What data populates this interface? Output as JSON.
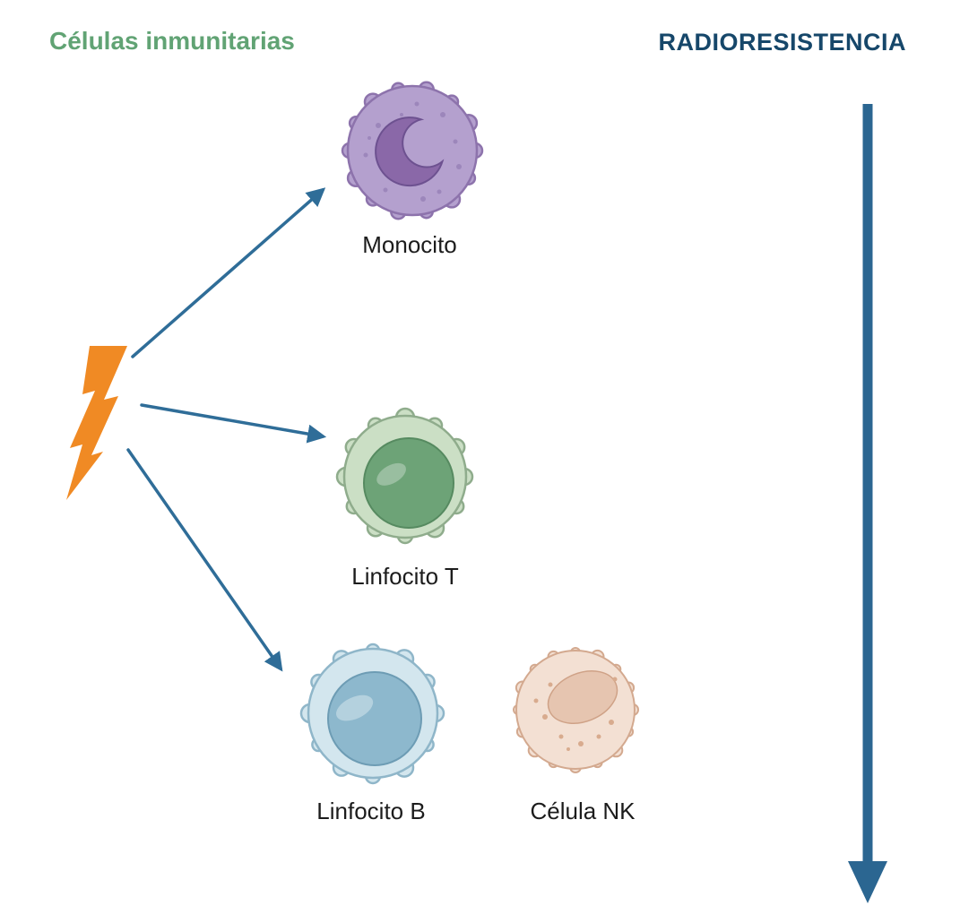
{
  "titles": {
    "immune_cells": {
      "text": "Células inmunitarias",
      "color": "#61a374"
    },
    "radioresistance": {
      "text": "RADIORESISTENCIA",
      "color": "#16476a"
    }
  },
  "cells": {
    "monocito": {
      "label": "Monocito",
      "body_color": "#b4a0ce",
      "nucleus_color": "#8a68a8"
    },
    "linfocito_t": {
      "label": "Linfocito T",
      "body_color": "#cbdfc5",
      "nucleus_color": "#6da377"
    },
    "linfocito_b": {
      "label": "Linfocito B",
      "body_color": "#d3e6ee",
      "nucleus_color": "#8db8cd"
    },
    "celula_nk": {
      "label": "Célula NK",
      "body_color": "#f3e0d3",
      "nucleus_color": "#e6c5b0"
    }
  },
  "graphics": {
    "lightning_bolt_color": "#f08a24",
    "arrow_color": "#2f6d98",
    "radioresistance_arrow_color": "#2b6691",
    "label_color": "#1c1c1c"
  }
}
